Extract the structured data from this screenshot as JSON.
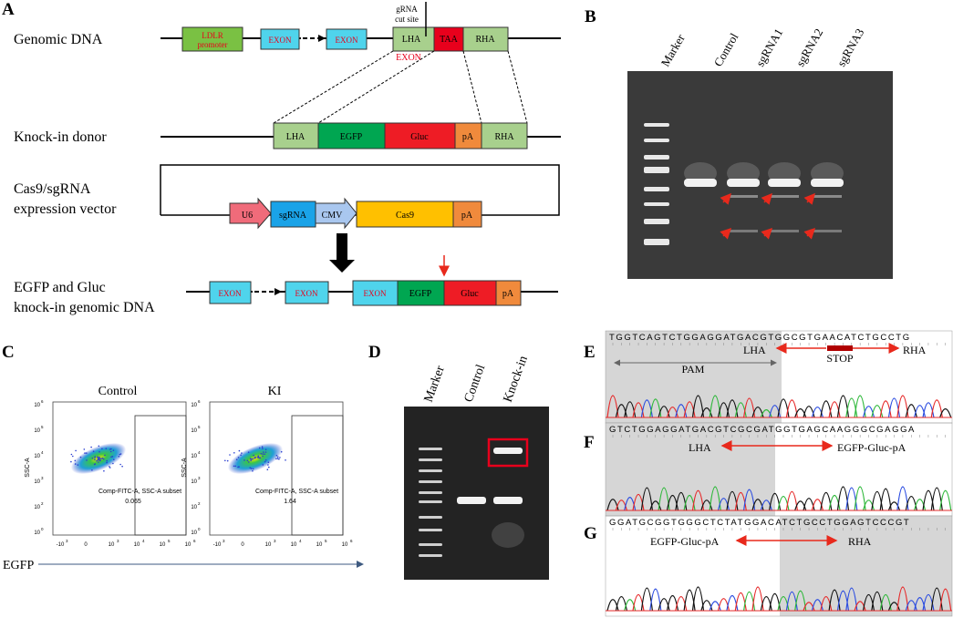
{
  "panels": {
    "a": "A",
    "b": "B",
    "c": "C",
    "d": "D",
    "e": "E",
    "f": "F",
    "g": "G"
  },
  "panel_a": {
    "row_genomic": "Genomic DNA",
    "row_donor": "Knock-in donor",
    "row_vector_1": "Cas9/sgRNA",
    "row_vector_2": "expression vector",
    "row_ki_1": "EGFP and Gluc",
    "row_ki_2": "knock-in genomic DNA",
    "ldlr_1": "LDLR",
    "ldlr_2": "promoter",
    "exon": "EXON",
    "lha": "LHA",
    "taa": "TAA",
    "rha": "RHA",
    "cut_1": "gRNA",
    "cut_2": "cut site",
    "egfp": "EGFP",
    "gluc": "Gluc",
    "pa": "pA",
    "u6": "U6",
    "sgrna": "sgRNA",
    "cmv": "CMV",
    "cas9": "Cas9"
  },
  "panel_b": {
    "lanes": [
      "Marker",
      "Control",
      "sgRNA1",
      "sgRNA2",
      "sgRNA3"
    ]
  },
  "panel_c": {
    "plot_control": {
      "title": "Control",
      "gate_label": "Comp-FITC-A, SSC-A subset",
      "gate_value": "0.065"
    },
    "plot_ki": {
      "title": "KI",
      "gate_label": "Comp-FITC-A, SSC-A subset",
      "gate_value": "1.64"
    },
    "y_axis": "SSC-A",
    "y_ticks": [
      "10",
      "10",
      "10",
      "10",
      "10",
      "10"
    ],
    "y_exps": [
      "6",
      "5",
      "4",
      "3",
      "2",
      "0"
    ],
    "x_ticks": [
      "-10",
      "0",
      "10",
      "10",
      "10",
      "10"
    ],
    "x_exps": [
      "3",
      "",
      "3",
      "4",
      "5",
      "6"
    ],
    "x_title": "EGFP"
  },
  "panel_d": {
    "lanes": [
      "Marker",
      "Control",
      "Knock-in"
    ]
  },
  "panel_e": {
    "seq": "TGGTCAGTCTGGAGGATGACGTGGCGTGAACATCTGCCTG",
    "lha": "LHA",
    "stop": "STOP",
    "rha": "RHA",
    "pam": "PAM"
  },
  "panel_f": {
    "seq": "GTCTGGAGGATGACGTCGCGATGGTGAGCAAGGGCGAGGA",
    "lha": "LHA",
    "cargo": "EGFP-Gluc-pA"
  },
  "panel_g": {
    "seq": "GGATGCGGTGGGCTCTATGGACATCTGCCTGGAGTCCCGT",
    "cargo": "EGFP-Gluc-pA",
    "rha": "RHA"
  },
  "colors": {
    "ldlr": "#7ac143",
    "exon": "#4fd4ec",
    "lha": "#a8d08d",
    "taa": "#e8001c",
    "egfp": "#00a651",
    "gluc": "#ee1c25",
    "pa": "#f08a3c",
    "u6": "#f06b7a",
    "sgrna": "#1aa3e8",
    "cmv": "#a9c7ef",
    "cas9": "#ffc000",
    "arrow_red": "#e8291c"
  }
}
